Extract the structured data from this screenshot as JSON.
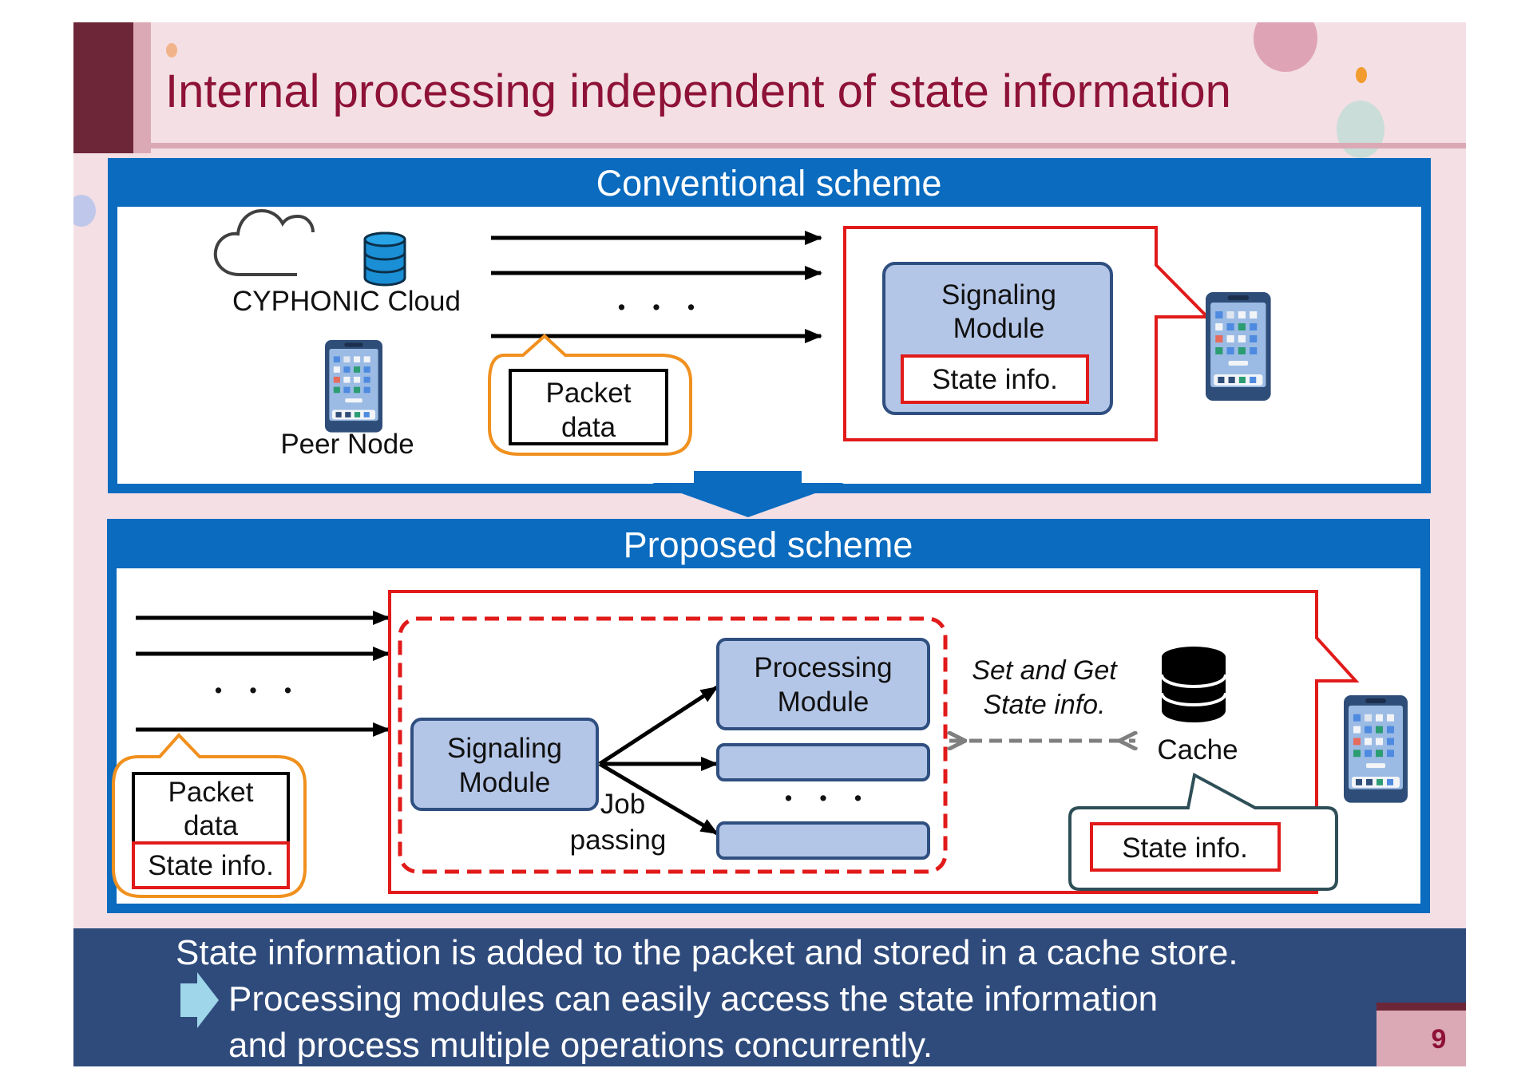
{
  "title": "Internal processing independent of state information",
  "page_number": "9",
  "colors": {
    "title": "#8e1238",
    "section_blue": "#0a6bbf",
    "module_fill": "#b4c6e7",
    "module_stroke": "#2f4f80",
    "state_red": "#e11a1a",
    "bubble_orange": "#f0901e",
    "bubble_teal": "#2f4f58",
    "footer_bg": "#2f4b7c",
    "arrow_icon": "#9fd6ea"
  },
  "conventional": {
    "header": "Conventional scheme",
    "cloud_label": "CYPHONIC Cloud",
    "peer_label": "Peer Node",
    "ellipsis": "・ ・ ・",
    "packet_line1": "Packet",
    "packet_line2": "data",
    "signaling_line1": "Signaling",
    "signaling_line2": "Module",
    "state_info": "State info.",
    "icons": [
      "cloud-database-icon",
      "smartphone-icon",
      "arrow-right-icon"
    ]
  },
  "proposed": {
    "header": "Proposed scheme",
    "ellipsis": "・ ・ ・",
    "packet_line1": "Packet",
    "packet_line2": "data",
    "packet_state": "State info.",
    "signaling_line1": "Signaling",
    "signaling_line2": "Module",
    "processing_line1": "Processing",
    "processing_line2": "Module",
    "module_ellipsis": "・ ・ ・",
    "job_line1": "Job",
    "job_line2": "passing",
    "setget_line1": "Set and Get",
    "setget_line2": "State info.",
    "cache_label": "Cache",
    "cache_state": "State info.",
    "icons": [
      "database-icon",
      "smartphone-icon"
    ]
  },
  "footer": {
    "line1": "State information is added to the packet and stored in a cache store.",
    "line2": "Processing modules can easily access the state information",
    "line3": "and process multiple operations concurrently."
  }
}
